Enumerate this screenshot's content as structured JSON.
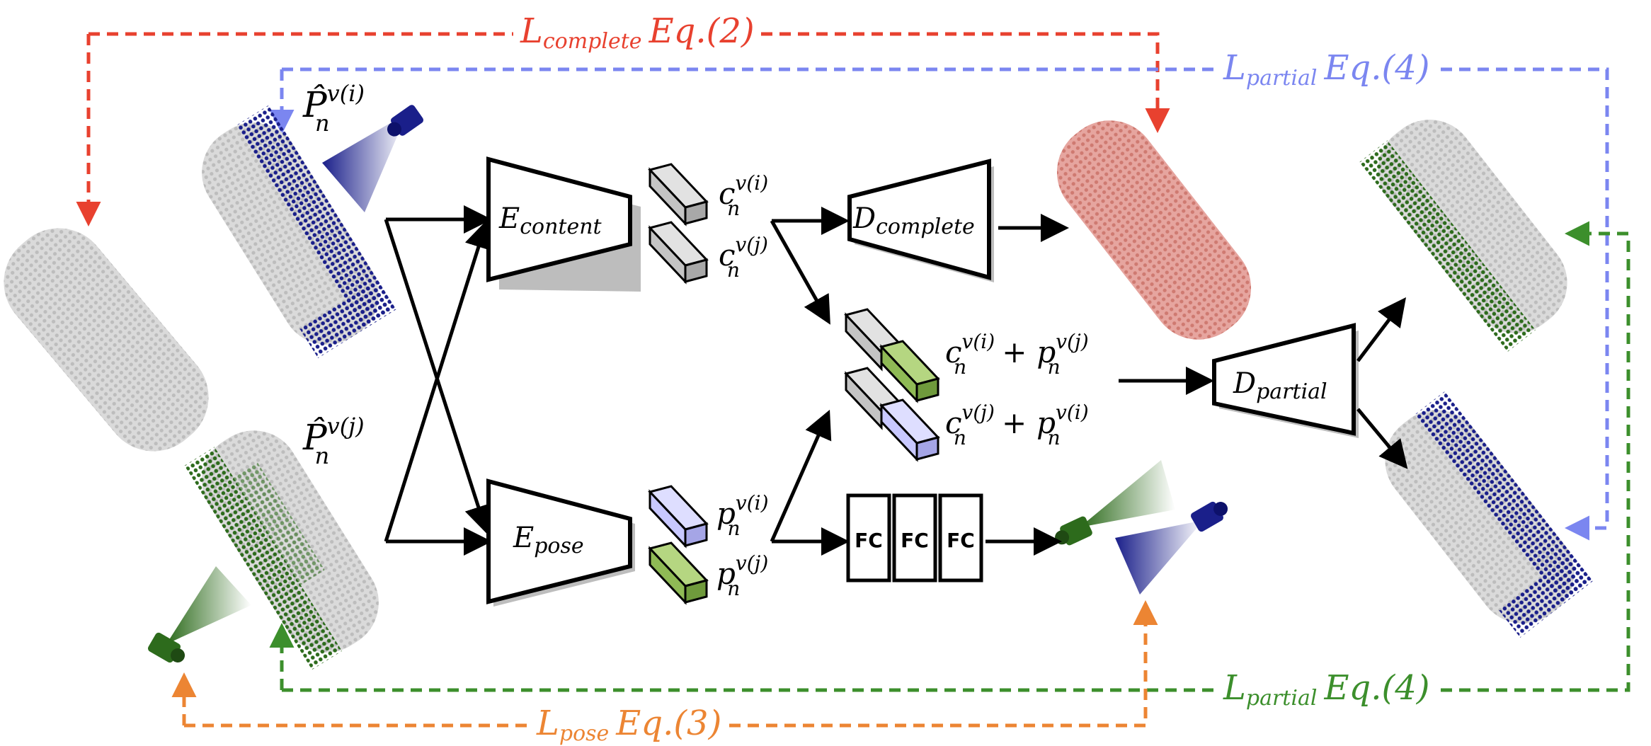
{
  "colors": {
    "red": "#e8412f",
    "blue_loss": "#7b86f0",
    "green": "#3c8f2c",
    "orange": "#ec8533",
    "navy_points": "#1a1f8a",
    "green_points": "#2d6b1c",
    "pink_points": "#d9857c",
    "gray_points": "#c9c9c9",
    "block_gray": "#c4c4c4",
    "block_blue": "#c8c8ff",
    "block_green": "#8fba55"
  },
  "icons": [
    "camera-icon",
    "point-cloud-icon"
  ],
  "losses": {
    "complete": {
      "main": "L",
      "sub": "complete",
      "eq": "Eq.(2)"
    },
    "partial_top": {
      "main": "L",
      "sub": "partial",
      "eq": "Eq.(4)"
    },
    "partial_bottom": {
      "main": "L",
      "sub": "partial",
      "eq": "Eq.(4)"
    },
    "pose": {
      "main": "L",
      "sub": "pose",
      "eq": "Eq.(3)"
    }
  },
  "inputs": {
    "top": {
      "main": "P̂",
      "sub": "n",
      "sup": "v(i)"
    },
    "bottom": {
      "main": "P̂",
      "sub": "n",
      "sup": "v(j)"
    }
  },
  "encoders": {
    "content": {
      "main": "E",
      "sub": "content"
    },
    "pose": {
      "main": "E",
      "sub": "pose"
    }
  },
  "decoders": {
    "complete": {
      "main": "D",
      "sub": "complete"
    },
    "partial": {
      "main": "D",
      "sub": "partial"
    }
  },
  "codes": {
    "c_i": {
      "main": "c",
      "sub": "n",
      "sup": "v(i)"
    },
    "c_j": {
      "main": "c",
      "sub": "n",
      "sup": "v(j)"
    },
    "p_i": {
      "main": "p",
      "sub": "n",
      "sup": "v(i)"
    },
    "p_j": {
      "main": "p",
      "sub": "n",
      "sup": "v(j)"
    }
  },
  "combos": {
    "first": {
      "a_main": "c",
      "a_sub": "n",
      "a_sup": "v(i)",
      "op": "+",
      "b_main": "p",
      "b_sub": "n",
      "b_sup": "v(j)"
    },
    "second": {
      "a_main": "c",
      "a_sub": "n",
      "a_sup": "v(j)",
      "op": "+",
      "b_main": "p",
      "b_sub": "n",
      "b_sup": "v(i)"
    }
  },
  "fc": {
    "label": "FC"
  }
}
